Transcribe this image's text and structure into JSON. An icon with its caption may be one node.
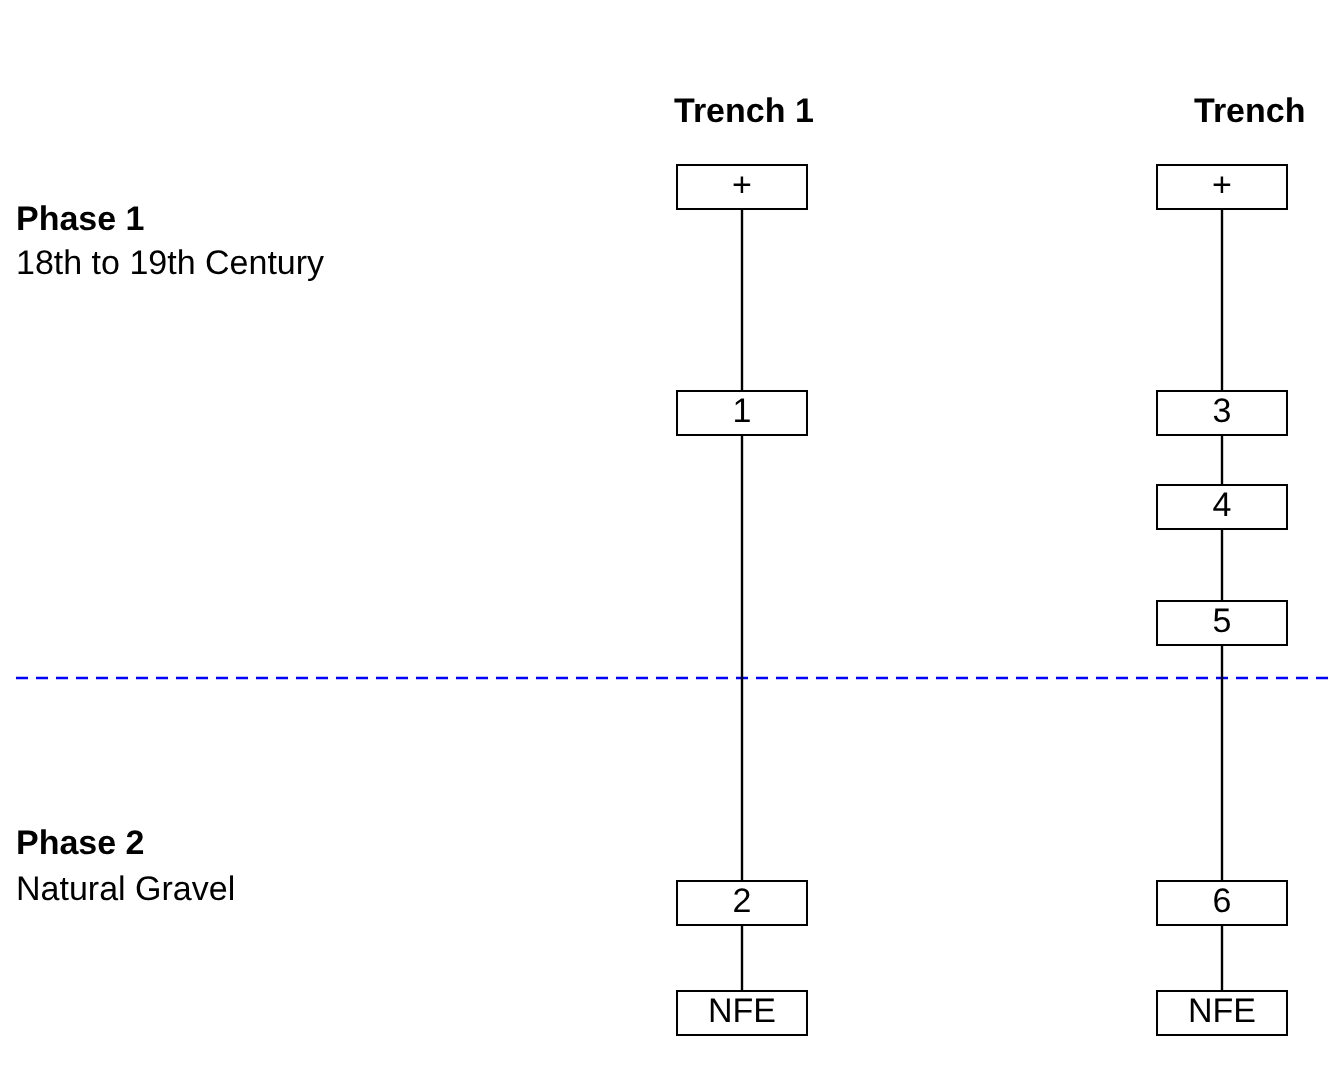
{
  "diagram": {
    "nodes": [
      {
        "text": [
          "+"
        ]
      },
      {
        "text": [
          "1"
        ]
      },
      {
        "text": [
          "2"
        ]
      },
      {
        "text": [
          "NFE"
        ]
      },
      {
        "text": [
          "+"
        ]
      },
      {
        "text": [
          "3"
        ]
      },
      {
        "text": [
          "4"
        ]
      },
      {
        "text": [
          "5"
        ]
      },
      {
        "text": [
          "6"
        ]
      },
      {
        "text": [
          "NFE"
        ]
      }
    ],
    "edges": [
      {
        "from": 0,
        "to": 1,
        "arrow": "none"
      },
      {
        "from": 1,
        "to": 2,
        "arrow": "none"
      },
      {
        "from": 2,
        "to": 3,
        "arrow": "none"
      },
      {
        "from": 4,
        "to": 5,
        "arrow": "none"
      },
      {
        "from": 5,
        "to": 6,
        "arrow": "none"
      },
      {
        "from": 6,
        "to": 7,
        "arrow": "none"
      },
      {
        "from": 7,
        "to": 8,
        "arrow": "none"
      },
      {
        "from": 8,
        "to": 9,
        "arrow": "none"
      }
    ],
    "labels": [
      "Trench 1",
      "Trench",
      "Phase 1",
      "18th to 19th Century",
      "Phase 2",
      "Natural Gravel"
    ]
  }
}
